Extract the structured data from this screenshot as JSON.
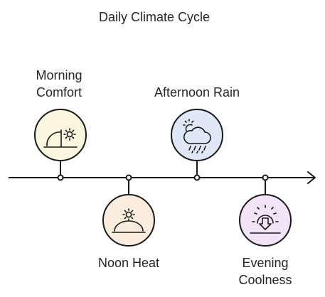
{
  "title": "Daily Climate Cycle",
  "stages": [
    {
      "id": "morning",
      "lines": [
        "Morning",
        "Comfort"
      ],
      "color": "#FBF6DD",
      "icon": "sunrise-icon"
    },
    {
      "id": "noon",
      "lines": [
        "Noon Heat"
      ],
      "color": "#FBEDDE",
      "icon": "sun-dome-icon"
    },
    {
      "id": "afternoon",
      "lines": [
        "Afternoon Rain"
      ],
      "color": "#DFE8F7",
      "icon": "cloud-rain-sun-icon"
    },
    {
      "id": "evening",
      "lines": [
        "Evening",
        "Coolness"
      ],
      "color": "#F3E3F7",
      "icon": "sunset-arrow-icon"
    }
  ]
}
